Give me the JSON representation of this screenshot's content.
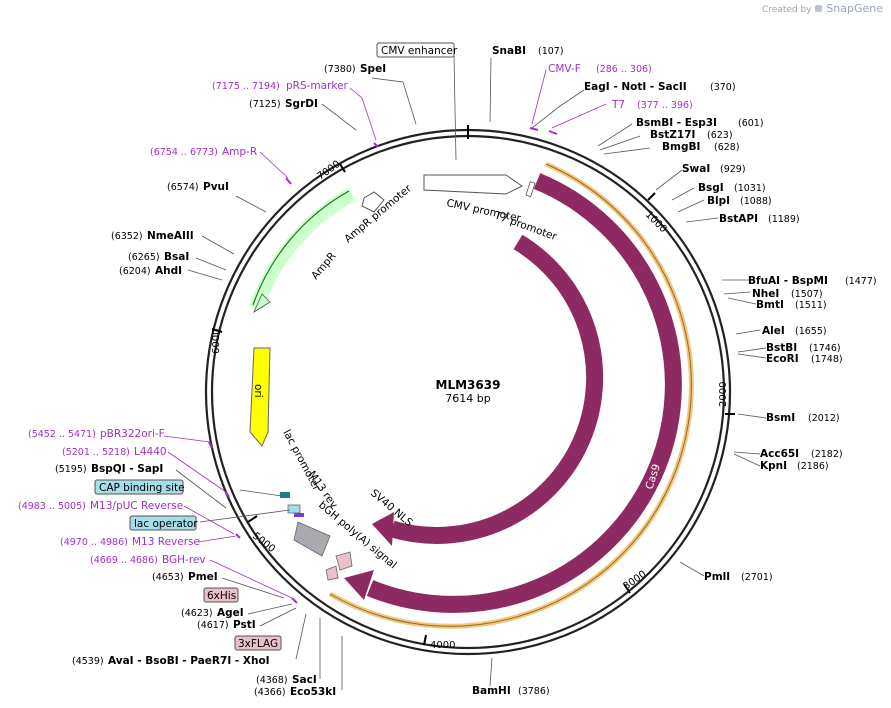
{
  "credit": {
    "prefix": "Created by",
    "brand": "SnapGene"
  },
  "plasmid": {
    "name": "MLM3639",
    "length": "7614 bp"
  },
  "ticks": [
    "1000",
    "2000",
    "3000",
    "4000",
    "5000",
    "6000",
    "7000"
  ],
  "features": {
    "cmv_promoter": "CMV promoter",
    "t7_promoter": "T7 promoter",
    "ampr_promoter": "AmpR promoter",
    "ampr": "AmpR",
    "ori": "ori",
    "cas9_inner": "Cas9",
    "cas9_outer": "Cas9",
    "sv40_nls": "SV40 NLS",
    "lac_promoter": "lac promoter",
    "m13_rev": "M13 rev",
    "bgh": "bGH poly(A) signal"
  },
  "sites_left": [
    {
      "pos": "(7380)",
      "name": "SpeI"
    },
    {
      "pos": "(7125)",
      "name": "SgrDI"
    },
    {
      "pos": "(6574)",
      "name": "PvuI"
    },
    {
      "pos": "(6352)",
      "name": "NmeAIII"
    },
    {
      "pos": "(6265)",
      "name": "BsaI"
    },
    {
      "pos": "(6204)",
      "name": "AhdI"
    },
    {
      "pos": "(5195)",
      "name": "BspQI - SapI"
    },
    {
      "pos": "(4653)",
      "name": "PmeI"
    },
    {
      "pos": "(4623)",
      "name": "AgeI"
    },
    {
      "pos": "(4617)",
      "name": "PstI"
    },
    {
      "pos": "(4539)",
      "name": "AvaI - BsoBI - PaeR7I - XhoI"
    },
    {
      "pos": "(4368)",
      "name": "SacI"
    },
    {
      "pos": "(4366)",
      "name": "Eco53kI"
    }
  ],
  "sites_right": [
    {
      "name": "SnaBI",
      "pos": "(107)"
    },
    {
      "name": "EagI - NotI - SacII",
      "pos": "(370)"
    },
    {
      "name": "BsmBI - Esp3I",
      "pos": "(601)"
    },
    {
      "name": "BstZ17I",
      "pos": "(623)"
    },
    {
      "name": "BmgBI",
      "pos": "(628)"
    },
    {
      "name": "SwaI",
      "pos": "(929)"
    },
    {
      "name": "BsgI",
      "pos": "(1031)"
    },
    {
      "name": "BlpI",
      "pos": "(1088)"
    },
    {
      "name": "BstAPI",
      "pos": "(1189)"
    },
    {
      "name": "BfuAI - BspMI",
      "pos": "(1477)"
    },
    {
      "name": "NheI",
      "pos": "(1507)"
    },
    {
      "name": "BmtI",
      "pos": "(1511)"
    },
    {
      "name": "AleI",
      "pos": "(1655)"
    },
    {
      "name": "BstBI",
      "pos": "(1746)"
    },
    {
      "name": "EcoRI",
      "pos": "(1748)"
    },
    {
      "name": "BsmI",
      "pos": "(2012)"
    },
    {
      "name": "Acc65I",
      "pos": "(2182)"
    },
    {
      "name": "KpnI",
      "pos": "(2186)"
    },
    {
      "name": "PmlI",
      "pos": "(2701)"
    },
    {
      "name": "BamHI",
      "pos": "(3786)"
    }
  ],
  "primers": [
    {
      "range": "(7175 .. 7194)",
      "name": "pRS-marker"
    },
    {
      "range": "(6754 .. 6773)",
      "name": "Amp-R"
    },
    {
      "name": "CMV-F",
      "range": "(286 .. 306)"
    },
    {
      "name": "T7",
      "range": "(377 .. 396)"
    },
    {
      "range": "(5452 .. 5471)",
      "name": "pBR322ori-F"
    },
    {
      "range": "(5201 .. 5218)",
      "name": "L4440"
    },
    {
      "range": "(4983 .. 5005)",
      "name": "M13/pUC Reverse"
    },
    {
      "range": "(4970 .. 4986)",
      "name": "M13 Reverse"
    },
    {
      "range": "(4669 .. 4686)",
      "name": "BGH-rev"
    }
  ],
  "boxed": {
    "cmv_enhancer": "CMV enhancer",
    "cap_site": "CAP binding site",
    "lac_operator": "lac operator",
    "his": "6xHis",
    "flag": "3xFLAG"
  },
  "colors": {
    "cas9": "#8e2a62",
    "highlight": "#f5c67a",
    "ampr": "#ccffcc",
    "ori": "#ffff00",
    "primer": "#a130c8",
    "box_blue": "#a6dde8",
    "box_pink": "#e8c0c8"
  }
}
